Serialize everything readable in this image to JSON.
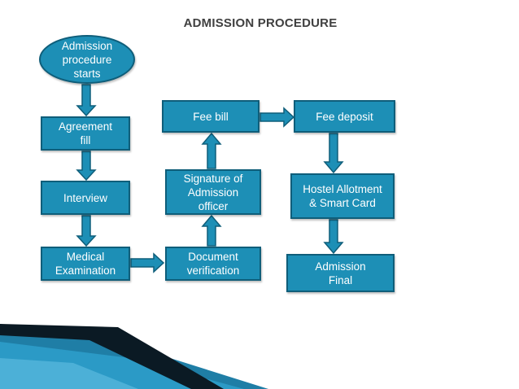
{
  "title": "ADMISSION PROCEDURE",
  "nodes": {
    "start": "Admission\nprocedure\nstarts",
    "agreement": "Agreement\nfill",
    "interview": "Interview",
    "medical": "Medical\nExamination",
    "document": "Document\nverification",
    "signature": "Signature of\nAdmission\nofficer",
    "fee_bill": "Fee bill",
    "fee_deposit": "Fee deposit",
    "hostel": "Hostel Allotment\n& Smart Card",
    "final": "Admission\nFinal"
  },
  "colors": {
    "node_fill": "#1d8fb6",
    "node_border": "#0f5e7a",
    "title_text": "#404040"
  }
}
